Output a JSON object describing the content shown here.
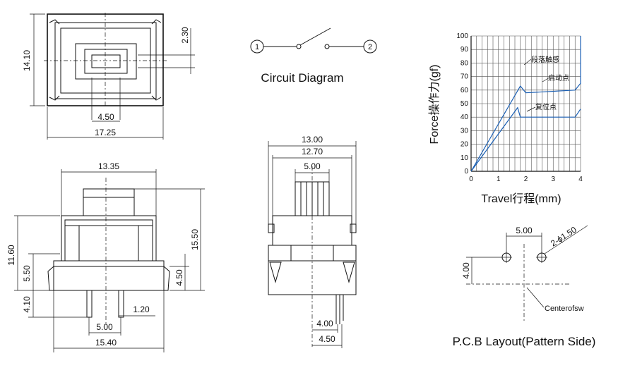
{
  "top_view": {
    "dim_height": "14.10",
    "dim_top": "2.30",
    "dim_inner": "4.50",
    "dim_width": "17.25"
  },
  "front_view": {
    "dim_top": "13.35",
    "dim_left_total": "11.60",
    "dim_left_mid": "5.50",
    "dim_left_pin": "4.10",
    "dim_right_total": "15.50",
    "dim_right_base": "4.50",
    "dim_pin_w": "1.20",
    "dim_pitch": "5.00",
    "dim_bottom": "15.40"
  },
  "side_view": {
    "dim_w1": "13.00",
    "dim_w2": "12.70",
    "dim_w3": "5.00",
    "dim_pin1": "4.00",
    "dim_pin2": "4.50"
  },
  "circuit": {
    "title": "Circuit Diagram",
    "node1": "1",
    "node2": "2"
  },
  "chart": {
    "ylabel": "Force操作力(gf)",
    "xlabel": "Travel行程(mm)",
    "annotation1": "段落触感",
    "annotation2": "启动点",
    "annotation3": "复位点"
  },
  "chart_data": {
    "type": "line",
    "x_ticks": [
      "0",
      "1",
      "2",
      "3",
      "4"
    ],
    "y_ticks": [
      "0",
      "10",
      "20",
      "30",
      "40",
      "50",
      "60",
      "70",
      "80",
      "90",
      "100"
    ],
    "xlim": [
      0,
      4
    ],
    "ylim": [
      0,
      100
    ],
    "grid": true,
    "series": [
      {
        "x": [
          0,
          1.8,
          2.0,
          3.8,
          4.0,
          4.0
        ],
        "y": [
          0,
          63,
          58,
          60,
          65,
          100
        ]
      },
      {
        "x": [
          0,
          1.7,
          1.8,
          3.8,
          4.0
        ],
        "y": [
          0,
          47,
          40,
          40,
          46
        ]
      }
    ]
  },
  "pcb": {
    "title": "P.C.B Layout(Pattern Side)",
    "dim_pitch": "5.00",
    "dim_height": "4.00",
    "dim_hole": "2-ϕ1.50",
    "center_label": "Centerofsw"
  },
  "colors": {
    "ink": "#111111",
    "curve": "#1a5fb4"
  }
}
